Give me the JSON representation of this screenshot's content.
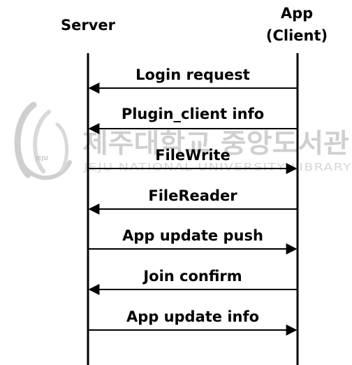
{
  "participants": {
    "server": {
      "label": "Server"
    },
    "app": {
      "label_line1": "App",
      "label_line2": "(Client)"
    }
  },
  "messages": [
    {
      "label": "Login request",
      "direction": "to-server"
    },
    {
      "label": "Plugin_client info",
      "direction": "to-server"
    },
    {
      "label": "FileWrite",
      "direction": "to-client"
    },
    {
      "label": "FileReader",
      "direction": "to-server"
    },
    {
      "label": "App update push",
      "direction": "to-client"
    },
    {
      "label": "Join confirm",
      "direction": "to-server"
    },
    {
      "label": "App update info",
      "direction": "to-client"
    }
  ],
  "watermark": {
    "title": "제주대학교 중앙도서관",
    "subtitle": "JEJU NATIONAL UNIVERSITY LIBRARY",
    "badge": "JEJU"
  },
  "colors": {
    "line": "#000000",
    "watermark": "#cfcfcf"
  }
}
